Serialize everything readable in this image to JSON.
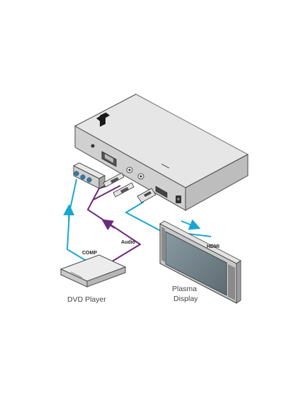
{
  "labels": {
    "comp": "COMP",
    "audio": "Audio",
    "hdmi": "HDMI",
    "dvd_player": "DVD Player",
    "plasma_line1": "Plasma",
    "plasma_line2": "Display"
  },
  "colors": {
    "comp_cable": "#19a7d2",
    "hdmi_cable": "#19a7d2",
    "audio_cable": "#6a2c7a",
    "device_body": "#d7d7d7",
    "device_outline": "#4a4a4a",
    "screen": "#6f7f86"
  }
}
